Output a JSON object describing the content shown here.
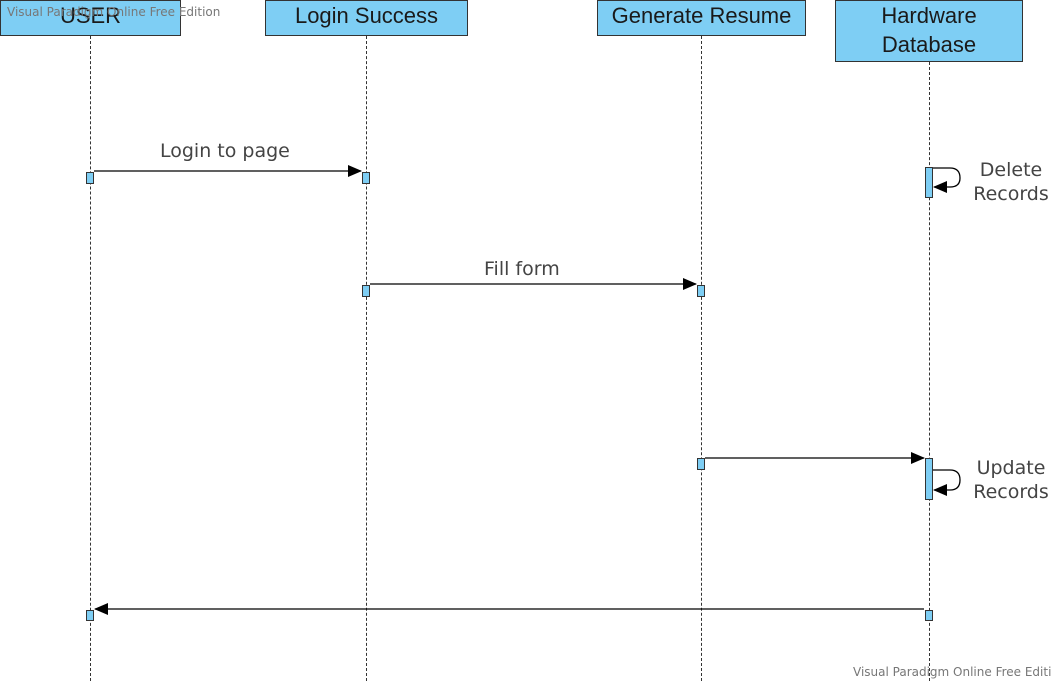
{
  "lifelines": [
    {
      "id": "user",
      "label": "USER"
    },
    {
      "id": "login",
      "label": "Login Success"
    },
    {
      "id": "resume",
      "label": "Generate Resume"
    },
    {
      "id": "hwdb",
      "label": "Hardware\nDatabase"
    }
  ],
  "messages": [
    {
      "from": "user",
      "to": "login",
      "label": "Login to page"
    },
    {
      "from": "login",
      "to": "resume",
      "label": "Fill form"
    },
    {
      "from": "resume",
      "to": "hwdb",
      "label": ""
    },
    {
      "from": "hwdb",
      "to": "user",
      "label": ""
    }
  ],
  "self_messages": [
    {
      "on": "hwdb",
      "label": "Delete Records"
    },
    {
      "on": "hwdb",
      "label": "Update Records"
    }
  ],
  "watermark": {
    "top": "Visual Paradigm Online Free Edition",
    "bottom": "Visual Paradigm Online Free Edition"
  },
  "colors": {
    "box_fill": "#7ecef4",
    "stroke": "#333333",
    "text": "#444444"
  }
}
